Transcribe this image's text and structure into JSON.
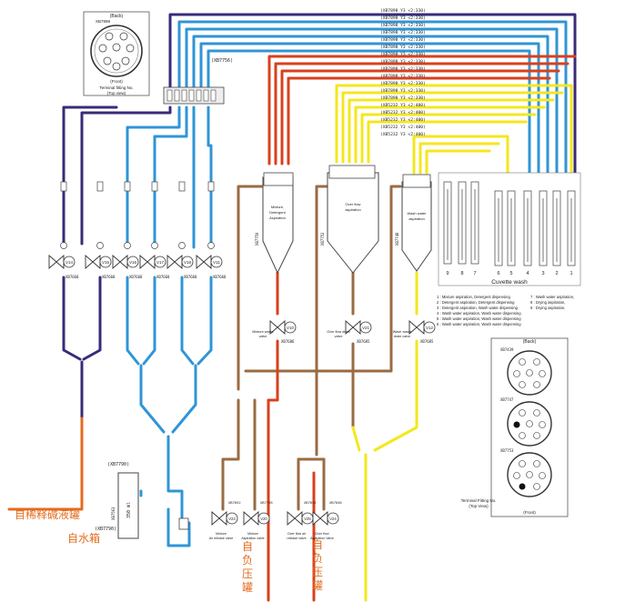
{
  "colors": {
    "navy": "#3a2a78",
    "blue": "#2f95d6",
    "red": "#d9401c",
    "yellow": "#f4e71d",
    "brown": "#9a6b43",
    "orange_text": "#e46c1f"
  },
  "connector_top": {
    "back": "(Back)",
    "id": "XB7898",
    "front": "(Front)",
    "caption1": "Terminal fitting No.",
    "caption2": "(Top view)"
  },
  "manifold_label": "(XB7756)",
  "tube_labels": [
    "(XB7898 Y3 <2:330)",
    "(XB7898 Y3 <2:330)",
    "(XB7898 Y3 <2:330)",
    "(XB7898 Y3 <2:330)",
    "(XB7898 Y3 <2:330)",
    "(XB7898 Y3 <2:330)",
    "(XB7898 Y3 <2:330)",
    "(XB7898 Y3 <2:330)",
    "(XB7898 Y3 <2:330)",
    "(XB7898 Y3 <2:330)",
    "(XB7898 Y3 <2:330)",
    "(XB7898 Y3 <2:330)",
    "(XB7898 Y3 <2:330)",
    "(XB5232 Y3 <2:400)",
    "(XB5232 Y3 <2:400)",
    "(XB5232 Y3 <2:400)",
    "(XB5232 Y3 <2:400)",
    "(XB5232 Y3 <2:400)"
  ],
  "valves_upper": [
    "V14",
    "V15",
    "V16",
    "V17",
    "V18",
    "V11"
  ],
  "valve_ids_upper": [
    "XB7668",
    "XB7668",
    "XB7668",
    "XB7668",
    "XB7668",
    "XB7668"
  ],
  "tanks": [
    {
      "name1": "Mixture,",
      "name2": "Detergent",
      "name3": "Aspiration",
      "id": "XB7750"
    },
    {
      "name1": "Over flow",
      "name2": "aspiration",
      "name3": "",
      "id": "XB7752"
    },
    {
      "name1": "Wash water",
      "name2": "aspiration",
      "name3": "",
      "id": "XB7748"
    }
  ],
  "valves_mid": [
    {
      "label": "V10",
      "id": "XB7686",
      "caption1": "Mixture waste",
      "caption2": "valve"
    },
    {
      "label": "V21",
      "id": "XB7685",
      "caption1": "Over flow drain",
      "caption2": "valve"
    },
    {
      "label": "V12",
      "id": "XB7685",
      "caption1": "Wash waste",
      "caption2": "drain valve"
    }
  ],
  "cuvette": {
    "title": "Cuvette wash",
    "nozzles": [
      "9",
      "8",
      "7",
      "6",
      "5",
      "4",
      "3",
      "2",
      "1"
    ],
    "legend": [
      "1 : Mixture aspiration, Detergent dispensing",
      "2 : Detergent aspiration, Detergent dispensing",
      "3 : Detergent aspiration, Wash water dispensing",
      "4 : Wash water aspiration, Wash water dispensing",
      "5 : Wash water aspiration, Wash water dispensing",
      "6 : Wash water aspiration, Wash water dispensing",
      "7 : Wash water aspiration,",
      "8 : Drying aspiration,",
      "9 : Drying aspiration,"
    ]
  },
  "connector_right": {
    "back": "(Back)",
    "ids": [
      "XB7439",
      "XB7747",
      "XB7753"
    ],
    "front": "(Front)",
    "caption1": "Terminal Fitting No.",
    "caption2": "(Top View)"
  },
  "pump_box": {
    "id": "(XB7790)",
    "volume": "350 ml",
    "id2": "XB7563"
  },
  "chinese": {
    "diluent": "自稀释碱液罐",
    "water": "自水箱",
    "vacuum1": "自负压罐",
    "vacuum2": "自负压罐"
  },
  "valves_lower": [
    {
      "label": "V23",
      "caption1": "Mixture",
      "caption2": "Air release valve",
      "id": "XB7652"
    },
    {
      "label": "V20",
      "caption1": "Mixture",
      "caption2": "Aspiration valve",
      "id": "XB7726"
    },
    {
      "label": "V25",
      "caption1": "Over flow air",
      "caption2": "release valve",
      "id": "XB7652"
    },
    {
      "label": "V24",
      "caption1": "Over flow",
      "caption2": "Aspiration Valve",
      "id": "XB7646"
    }
  ],
  "water_valve": {
    "id": "XB7790",
    "label": "(XB7790)"
  }
}
